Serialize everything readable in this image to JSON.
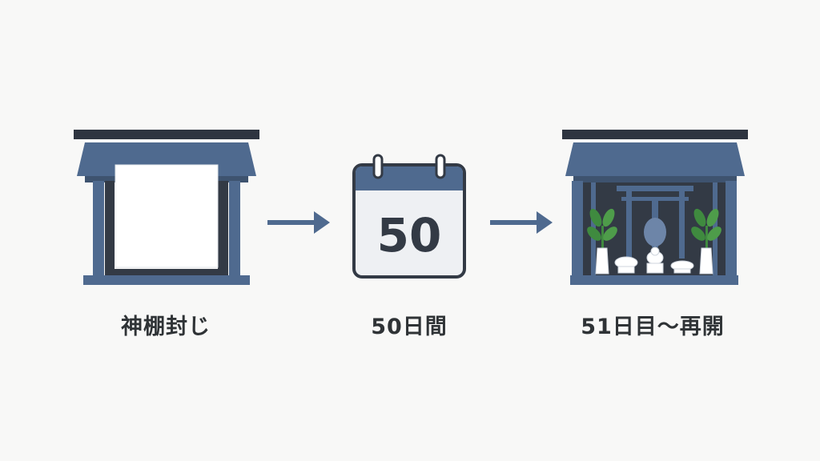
{
  "steps": [
    {
      "label": "神棚封じ",
      "icon": "sealed-shrine-icon"
    },
    {
      "label": "50日間",
      "icon": "calendar-icon",
      "calendar_number": "50"
    },
    {
      "label": "51日目〜再開",
      "icon": "open-shrine-icon"
    }
  ],
  "arrows": [
    "arrow-right-icon",
    "arrow-right-icon"
  ],
  "colors": {
    "background": "#f8f8f7",
    "primary": "#4f6a8f",
    "dark": "#333a45",
    "roof_dark": "#2e3440",
    "paper": "#ffffff",
    "calendar_body": "#eef0f3",
    "leaf": "#3f8a3f",
    "text": "#2f3336"
  }
}
